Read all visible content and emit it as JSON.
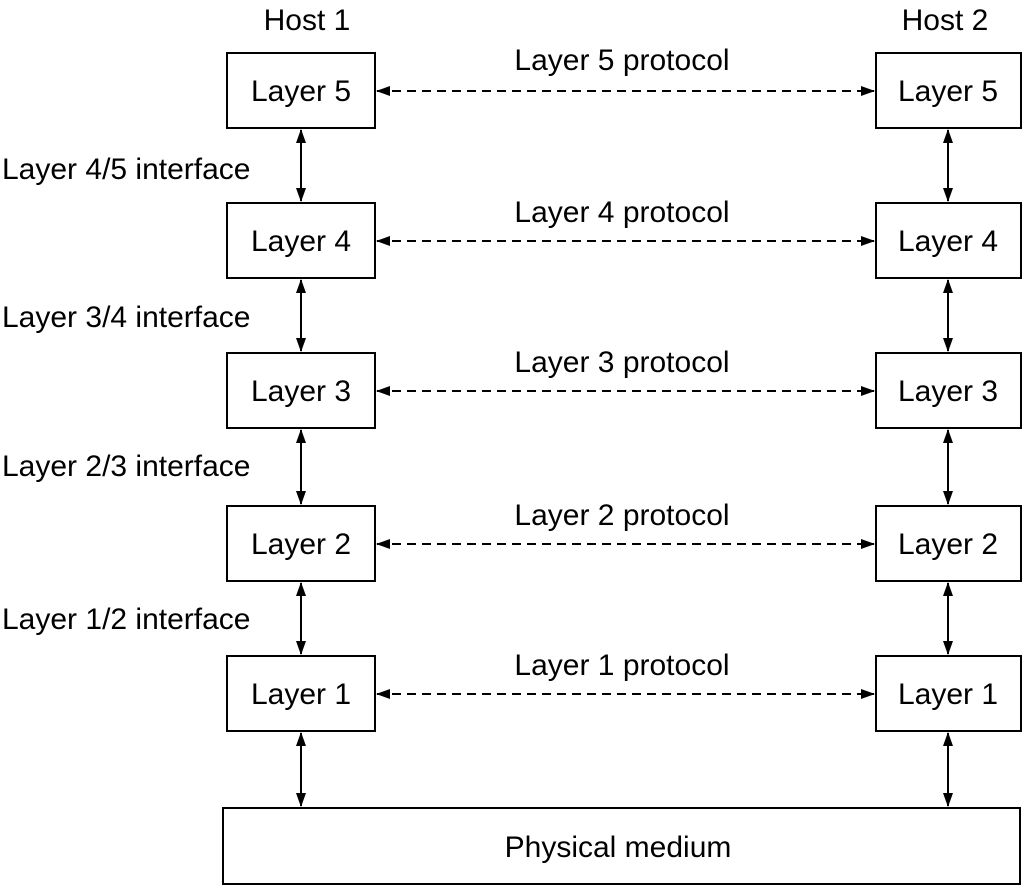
{
  "hosts": {
    "left": "Host 1",
    "right": "Host 2"
  },
  "layers": [
    {
      "name": "Layer 5",
      "protocol": "Layer 5 protocol",
      "interface_below": "Layer 4/5 interface"
    },
    {
      "name": "Layer 4",
      "protocol": "Layer 4 protocol",
      "interface_below": "Layer 3/4 interface"
    },
    {
      "name": "Layer 3",
      "protocol": "Layer 3 protocol",
      "interface_below": "Layer 2/3 interface"
    },
    {
      "name": "Layer 2",
      "protocol": "Layer 2 protocol",
      "interface_below": "Layer 1/2 interface"
    },
    {
      "name": "Layer 1",
      "protocol": "Layer 1 protocol",
      "interface_below": ""
    }
  ],
  "medium": "Physical medium"
}
